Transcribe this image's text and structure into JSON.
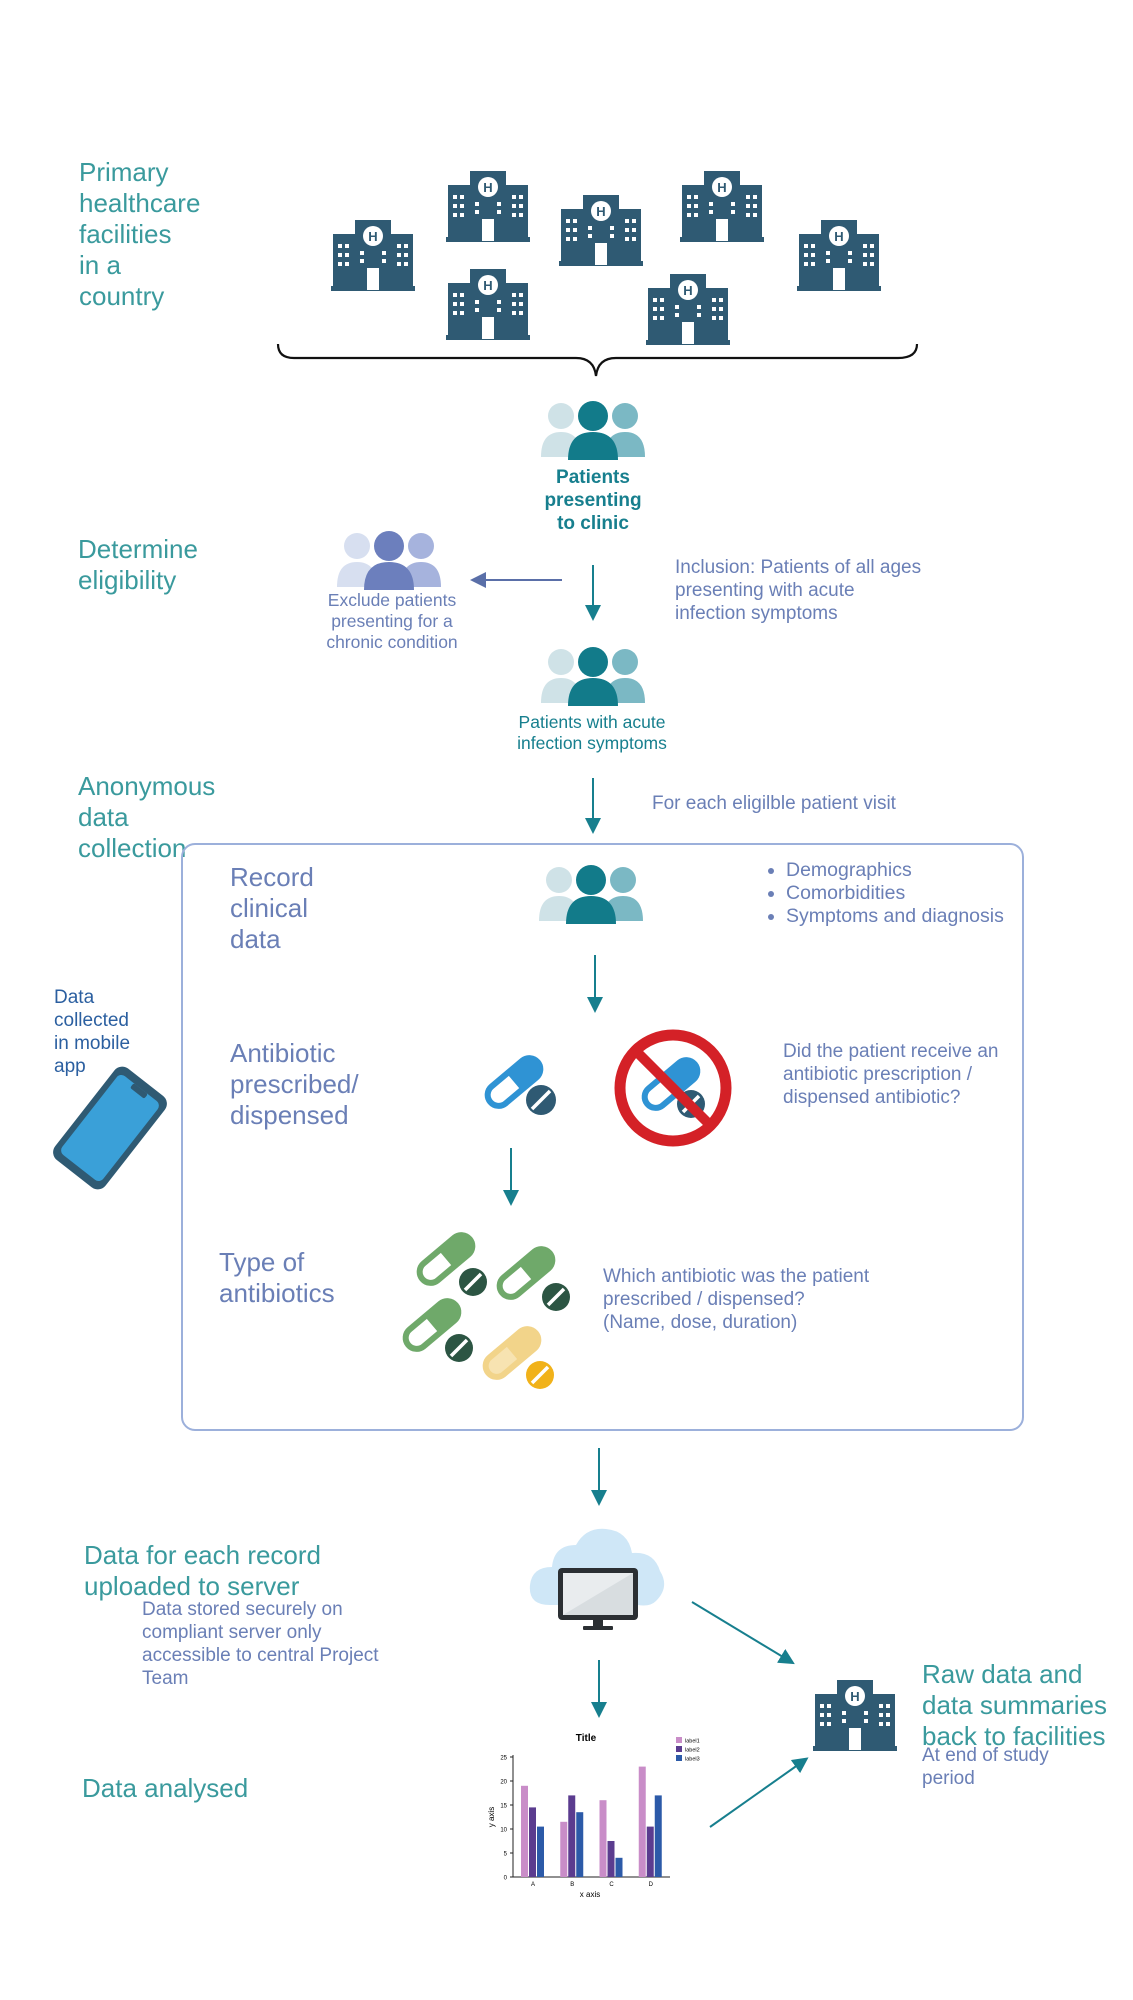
{
  "stages": {
    "facilities": "Primary\nhealthcare\nfacilities\nin a\ncountry",
    "eligibility": "Determine\neligibility",
    "collection": "Anonymous\ndata\ncollection",
    "upload": "Data for each record\nuploaded to server",
    "analysed": "Data analysed",
    "raw_back": "Raw data and\ndata summaries\nback to facilities"
  },
  "patients_presenting": "Patients\npresenting\nto clinic",
  "exclude": "Exclude patients\npresenting for a\nchronic condition",
  "inclusion": "Inclusion: Patients of all ages\npresenting with acute\ninfection symptoms",
  "acute_patients": "Patients with acute\ninfection symptoms",
  "each_visit": "For each eligilble patient visit",
  "box": {
    "record_title": "Record\nclinical\ndata",
    "record_items": [
      "Demographics",
      "Comorbidities",
      "Symptoms and diagnosis"
    ],
    "antibiotic_title": "Antibiotic\nprescribed/\ndispensed",
    "antibiotic_question": "Did the patient receive an\nantibiotic prescription /\ndispensed antibiotic?",
    "type_title": "Type of\nantibiotics",
    "type_question": "Which antibiotic was the patient\nprescribed / dispensed?\n(Name, dose, duration)"
  },
  "mobile_note": "Data\ncollected\nin mobile\napp",
  "server_note": "Data stored securely on\ncompliant server only\naccessible to central Project\nTeam",
  "end_note": "At end of study\nperiod",
  "icons": {
    "hospital": "hospital-building-icon",
    "people": "patient-group-icon",
    "pill": "capsule-pill-icon",
    "no_pill": "no-antibiotic-icon",
    "phone": "mobile-phone-icon",
    "cloud": "cloud-computer-icon"
  },
  "colors": {
    "stage_text": "#3a9a9d",
    "box_text": "#6a7fb6",
    "teal": "#177f8e",
    "hospital": "#2f5a73",
    "pill_blue": "#2f93d4",
    "pill_green": "#6fa96a",
    "pill_yellow": "#f2d48a",
    "forbidden_red": "#d42127"
  },
  "chart_data": {
    "type": "bar",
    "title": "Title",
    "xlabel": "x axis",
    "ylabel": "y axis",
    "categories": [
      "A",
      "B",
      "C",
      "D"
    ],
    "ylim": [
      0,
      25
    ],
    "yticks": [
      0,
      5,
      10,
      15,
      20,
      25
    ],
    "series": [
      {
        "name": "label1",
        "color": "#c98dc8",
        "values": [
          19,
          11.5,
          16,
          23
        ]
      },
      {
        "name": "label2",
        "color": "#5b3c8f",
        "values": [
          14.5,
          17,
          7.5,
          10.5
        ]
      },
      {
        "name": "label3",
        "color": "#2c5aa8",
        "values": [
          10.5,
          13.5,
          4,
          17
        ]
      }
    ]
  }
}
